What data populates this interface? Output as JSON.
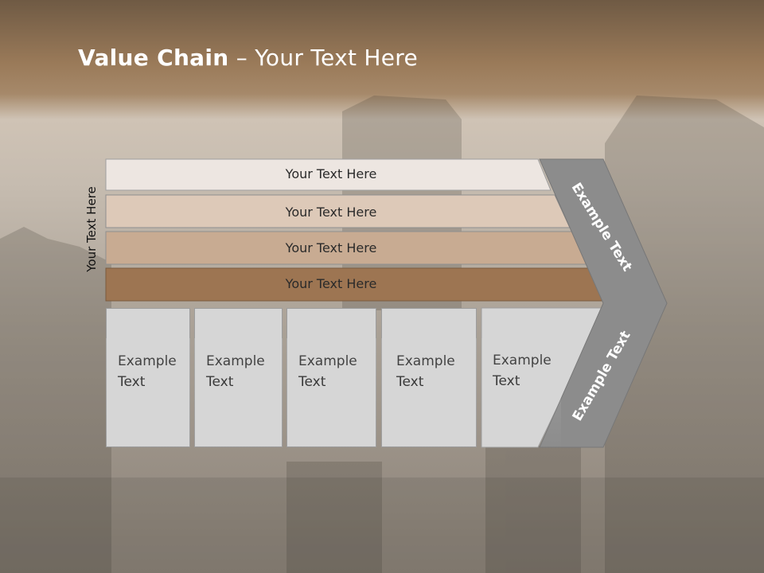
{
  "title": {
    "bold": "Value Chain",
    "rest": " – Your Text Here"
  },
  "side_label": "Your Text Here",
  "bars": [
    {
      "label": "Your Text Here",
      "color": "#ede6e1"
    },
    {
      "label": "Your Text Here",
      "color": "#ddc9b8"
    },
    {
      "label": "Your Text Here",
      "color": "#c8ab92"
    },
    {
      "label": "Your Text Here",
      "color": "#9d7552"
    }
  ],
  "cells": [
    {
      "text": "Example Text"
    },
    {
      "text": "Example Text"
    },
    {
      "text": "Example Text"
    },
    {
      "text": "Example Text"
    },
    {
      "text": "Example Text"
    }
  ],
  "chevron": {
    "upper": "Example Text",
    "lower": "Example Text",
    "color": "#8c8c8c"
  }
}
